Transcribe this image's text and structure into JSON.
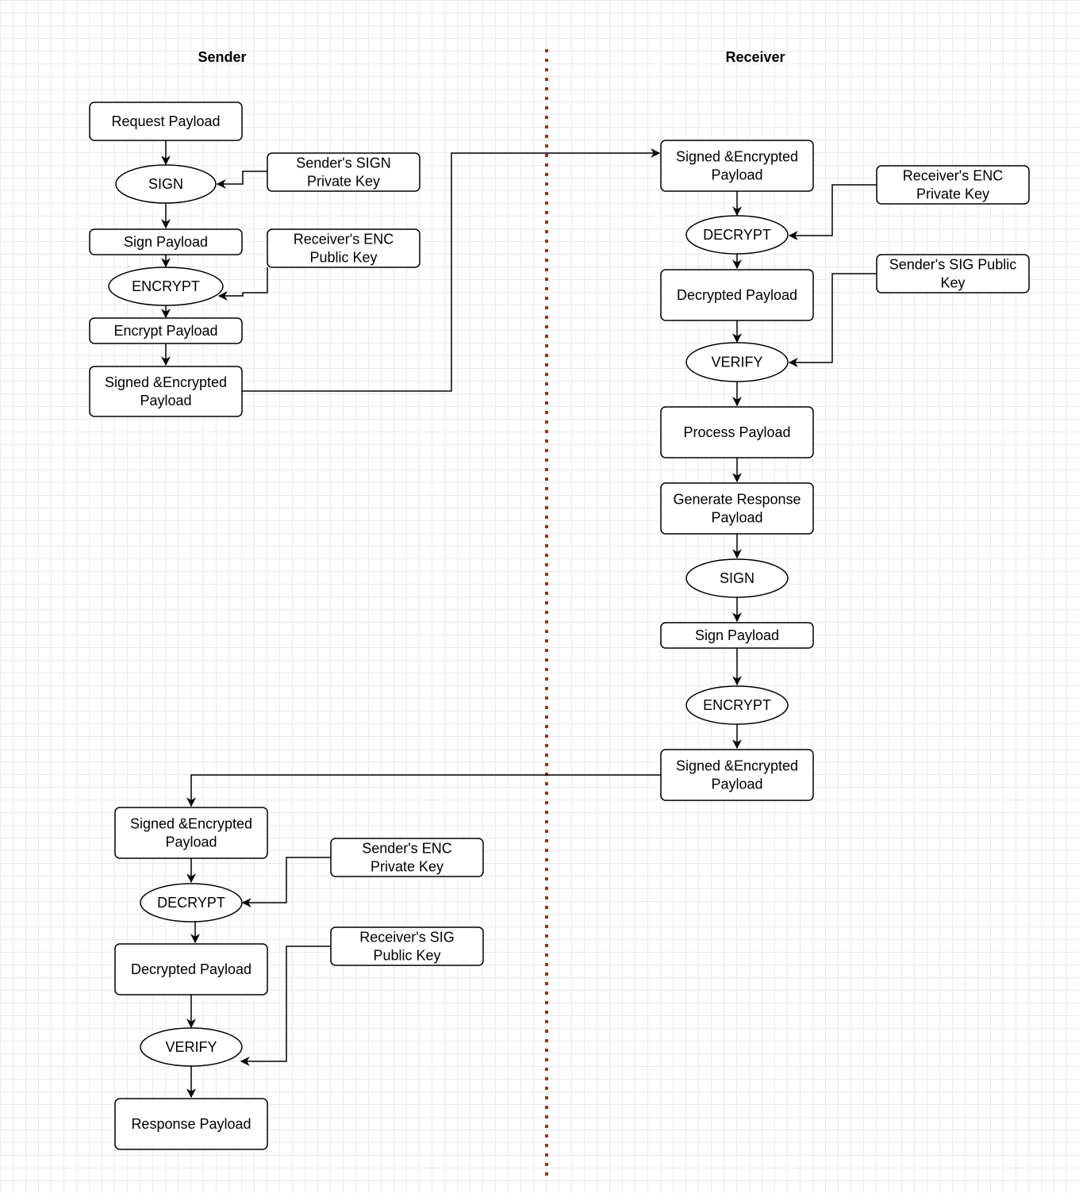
{
  "lanes": {
    "sender": "Sender",
    "receiver": "Receiver"
  },
  "colors": {
    "divider": "#b3261e",
    "stroke": "#000000",
    "grid": "#e9e9e9"
  },
  "nodes": {
    "s_request": [
      "Request Payload"
    ],
    "s_sign": [
      "SIGN"
    ],
    "s_sign_key": [
      "Sender's SIGN",
      "Private Key"
    ],
    "s_sign_payload": [
      "Sign Payload"
    ],
    "s_enc_key": [
      "Receiver's ENC",
      "Public  Key"
    ],
    "s_encrypt": [
      "ENCRYPT"
    ],
    "s_encrypt_payload": [
      "Encrypt Payload"
    ],
    "s_signed_enc": [
      "Signed &Encrypted",
      "Payload"
    ],
    "r_signed_enc": [
      "Signed &Encrypted",
      "Payload"
    ],
    "r_dec_key": [
      "Receiver's ENC",
      "Private  Key"
    ],
    "r_decrypt": [
      "DECRYPT"
    ],
    "r_decrypted": [
      "Decrypted Payload"
    ],
    "r_sig_key": [
      "Sender's SIG Public",
      "Key"
    ],
    "r_verify": [
      "VERIFY"
    ],
    "r_process": [
      "Process Payload"
    ],
    "r_generate": [
      "Generate Response",
      "Payload"
    ],
    "r_sign": [
      "SIGN"
    ],
    "r_sign_payload": [
      "Sign Payload"
    ],
    "r_encrypt": [
      "ENCRYPT"
    ],
    "r_signed_enc_out": [
      "Signed &Encrypted",
      "Payload"
    ],
    "s2_signed_enc": [
      "Signed &Encrypted",
      "Payload"
    ],
    "s2_dec_key": [
      "Sender's ENC",
      "Private  Key"
    ],
    "s2_decrypt": [
      "DECRYPT"
    ],
    "s2_decrypted": [
      "Decrypted Payload"
    ],
    "s2_sig_key": [
      "Receiver's SIG",
      "Public  Key"
    ],
    "s2_verify": [
      "VERIFY"
    ],
    "s2_response": [
      "Response Payload"
    ]
  }
}
